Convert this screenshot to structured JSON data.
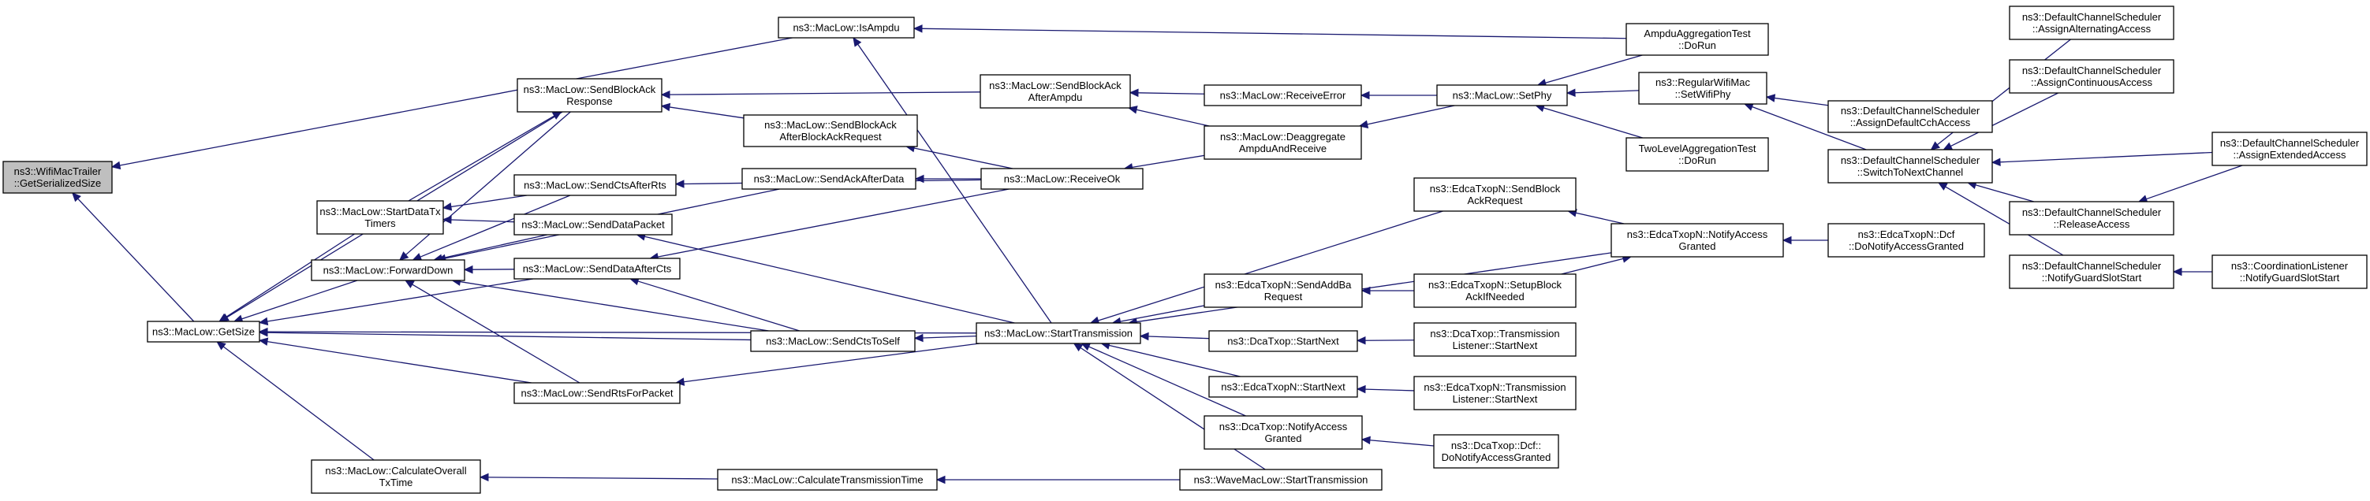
{
  "diagram": {
    "title": "",
    "colors": {
      "edge": "#191970",
      "box_border": "#000000",
      "root_fill": "#bfbfbf",
      "box_fill": "#ffffff"
    },
    "nodes": [
      {
        "id": "n0",
        "lines": [
          "ns3::WifiMacTrailer",
          "::GetSerializedSize"
        ],
        "root": true
      },
      {
        "id": "n1",
        "lines": [
          "ns3::MacLow::IsAmpdu"
        ]
      },
      {
        "id": "n2",
        "lines": [
          "ns3::MacLow::GetSize"
        ]
      },
      {
        "id": "n3",
        "lines": [
          "AmpduAggregationTest",
          "::DoRun"
        ]
      },
      {
        "id": "n4",
        "lines": [
          "ns3::MacLow::StartTransmission"
        ]
      },
      {
        "id": "n5",
        "lines": [
          "ns3::MacLow::SendBlockAck",
          "Response"
        ]
      },
      {
        "id": "n6",
        "lines": [
          "ns3::MacLow::StartDataTx",
          "Timers"
        ]
      },
      {
        "id": "n7",
        "lines": [
          "ns3::MacLow::ForwardDown"
        ]
      },
      {
        "id": "n8",
        "lines": [
          "ns3::MacLow::SendCtsAfterRts"
        ]
      },
      {
        "id": "n9",
        "lines": [
          "ns3::MacLow::SendDataPacket"
        ]
      },
      {
        "id": "n10",
        "lines": [
          "ns3::MacLow::SendDataAfterCts"
        ]
      },
      {
        "id": "n11",
        "lines": [
          "ns3::MacLow::SendCtsToSelf"
        ]
      },
      {
        "id": "n12",
        "lines": [
          "ns3::MacLow::SendRtsForPacket"
        ]
      },
      {
        "id": "n13",
        "lines": [
          "ns3::MacLow::CalculateOverall",
          "TxTime"
        ]
      },
      {
        "id": "n14",
        "lines": [
          "ns3::MacLow::SendBlockAck",
          "AfterAmpdu"
        ]
      },
      {
        "id": "n15",
        "lines": [
          "ns3::MacLow::SendBlockAck",
          "AfterBlockAckRequest"
        ]
      },
      {
        "id": "n16",
        "lines": [
          "ns3::MacLow::SendAckAfterData"
        ]
      },
      {
        "id": "n17",
        "lines": [
          "ns3::MacLow::ReceiveOk"
        ]
      },
      {
        "id": "n18",
        "lines": [
          "ns3::MacLow::ReceiveError"
        ]
      },
      {
        "id": "n19",
        "lines": [
          "ns3::MacLow::Deaggregate",
          "AmpduAndReceive"
        ]
      },
      {
        "id": "n20",
        "lines": [
          "ns3::MacLow::SetPhy"
        ]
      },
      {
        "id": "n21",
        "lines": [
          "ns3::RegularWifiMac",
          "::SetWifiPhy"
        ]
      },
      {
        "id": "n22",
        "lines": [
          "TwoLevelAggregationTest",
          "::DoRun"
        ]
      },
      {
        "id": "n23",
        "lines": [
          "ns3::DefaultChannelScheduler",
          "::AssignDefaultCchAccess"
        ]
      },
      {
        "id": "n24",
        "lines": [
          "ns3::DefaultChannelScheduler",
          "::SwitchToNextChannel"
        ]
      },
      {
        "id": "n25",
        "lines": [
          "ns3::DefaultChannelScheduler",
          "::AssignAlternatingAccess"
        ]
      },
      {
        "id": "n26",
        "lines": [
          "ns3::DefaultChannelScheduler",
          "::AssignContinuousAccess"
        ]
      },
      {
        "id": "n27",
        "lines": [
          "ns3::DefaultChannelScheduler",
          "::AssignExtendedAccess"
        ]
      },
      {
        "id": "n28",
        "lines": [
          "ns3::DefaultChannelScheduler",
          "::ReleaseAccess"
        ]
      },
      {
        "id": "n29",
        "lines": [
          "ns3::DefaultChannelScheduler",
          "::NotifyGuardSlotStart"
        ]
      },
      {
        "id": "n30",
        "lines": [
          "ns3::CoordinationListener",
          "::NotifyGuardSlotStart"
        ]
      },
      {
        "id": "n31",
        "lines": [
          "ns3::EdcaTxopN::SendBlock",
          "AckRequest"
        ]
      },
      {
        "id": "n32",
        "lines": [
          "ns3::EdcaTxopN::NotifyAccess",
          "Granted"
        ]
      },
      {
        "id": "n33",
        "lines": [
          "ns3::EdcaTxopN::Dcf",
          "::DoNotifyAccessGranted"
        ]
      },
      {
        "id": "n34",
        "lines": [
          "ns3::EdcaTxopN::SendAddBa",
          "Request"
        ]
      },
      {
        "id": "n35",
        "lines": [
          "ns3::EdcaTxopN::SetupBlock",
          "AckIfNeeded"
        ]
      },
      {
        "id": "n36",
        "lines": [
          "ns3::DcaTxop::StartNext"
        ]
      },
      {
        "id": "n37",
        "lines": [
          "ns3::DcaTxop::Transmission",
          "Listener::StartNext"
        ]
      },
      {
        "id": "n38",
        "lines": [
          "ns3::EdcaTxopN::StartNext"
        ]
      },
      {
        "id": "n39",
        "lines": [
          "ns3::EdcaTxopN::Transmission",
          "Listener::StartNext"
        ]
      },
      {
        "id": "n40",
        "lines": [
          "ns3::DcaTxop::NotifyAccess",
          "Granted"
        ]
      },
      {
        "id": "n41",
        "lines": [
          "ns3::DcaTxop::Dcf::",
          "DoNotifyAccessGranted"
        ]
      },
      {
        "id": "n42",
        "lines": [
          "ns3::MacLow::CalculateTransmissionTime"
        ]
      },
      {
        "id": "n43",
        "lines": [
          "ns3::WaveMacLow::StartTransmission"
        ]
      }
    ],
    "edges": [
      [
        "n1",
        "n0"
      ],
      [
        "n2",
        "n0"
      ],
      [
        "n3",
        "n1"
      ],
      [
        "n4",
        "n1"
      ],
      [
        "n5",
        "n2"
      ],
      [
        "n6",
        "n2"
      ],
      [
        "n7",
        "n2"
      ],
      [
        "n10",
        "n2"
      ],
      [
        "n11",
        "n2"
      ],
      [
        "n12",
        "n2"
      ],
      [
        "n4",
        "n2"
      ],
      [
        "n13",
        "n2"
      ],
      [
        "n14",
        "n5"
      ],
      [
        "n15",
        "n5"
      ],
      [
        "n5",
        "n7"
      ],
      [
        "n6",
        "n5"
      ],
      [
        "n8",
        "n6"
      ],
      [
        "n9",
        "n6"
      ],
      [
        "n16",
        "n7"
      ],
      [
        "n8",
        "n7"
      ],
      [
        "n9",
        "n7"
      ],
      [
        "n10",
        "n7"
      ],
      [
        "n11",
        "n7"
      ],
      [
        "n12",
        "n7"
      ],
      [
        "n17",
        "n8"
      ],
      [
        "n17",
        "n10"
      ],
      [
        "n4",
        "n9"
      ],
      [
        "n11",
        "n10"
      ],
      [
        "n4",
        "n11"
      ],
      [
        "n4",
        "n12"
      ],
      [
        "n18",
        "n14"
      ],
      [
        "n19",
        "n14"
      ],
      [
        "n17",
        "n15"
      ],
      [
        "n17",
        "n16"
      ],
      [
        "n19",
        "n17"
      ],
      [
        "n20",
        "n18"
      ],
      [
        "n20",
        "n19"
      ],
      [
        "n3",
        "n20"
      ],
      [
        "n21",
        "n20"
      ],
      [
        "n22",
        "n20"
      ],
      [
        "n23",
        "n21"
      ],
      [
        "n24",
        "n21"
      ],
      [
        "n25",
        "n24"
      ],
      [
        "n26",
        "n24"
      ],
      [
        "n27",
        "n24"
      ],
      [
        "n28",
        "n24"
      ],
      [
        "n29",
        "n24"
      ],
      [
        "n27",
        "n28"
      ],
      [
        "n30",
        "n29"
      ],
      [
        "n31",
        "n4"
      ],
      [
        "n32",
        "n4"
      ],
      [
        "n34",
        "n4"
      ],
      [
        "n36",
        "n4"
      ],
      [
        "n38",
        "n4"
      ],
      [
        "n40",
        "n4"
      ],
      [
        "n43",
        "n4"
      ],
      [
        "n32",
        "n31"
      ],
      [
        "n33",
        "n32"
      ],
      [
        "n35",
        "n32"
      ],
      [
        "n35",
        "n34"
      ],
      [
        "n37",
        "n36"
      ],
      [
        "n39",
        "n38"
      ],
      [
        "n41",
        "n40"
      ],
      [
        "n42",
        "n13"
      ],
      [
        "n43",
        "n42"
      ]
    ]
  }
}
